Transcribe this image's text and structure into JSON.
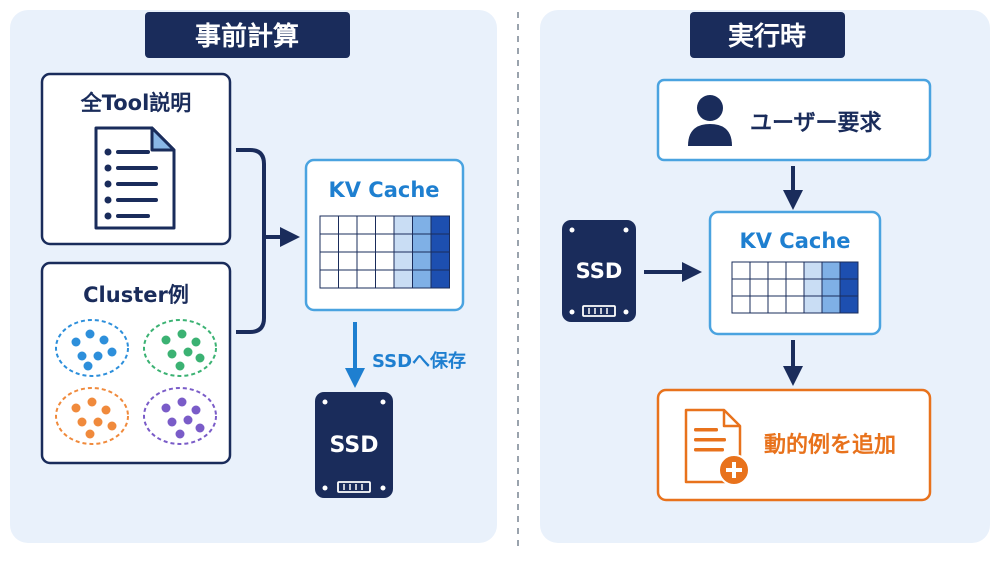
{
  "left_panel": {
    "title": "事前計算",
    "tool_box_label": "全Tool説明",
    "cluster_box_label": "Cluster例",
    "kv_cache_label": "KV Cache",
    "save_label": "SSDへ保存",
    "ssd_label": "SSD"
  },
  "right_panel": {
    "title": "実行時",
    "user_request_label": "ユーザー要求",
    "ssd_label": "SSD",
    "kv_cache_label": "KV Cache",
    "result_label": "動的例を追加"
  },
  "colors": {
    "navy": "#1a2c5b",
    "panel_bg": "#e9f1fb",
    "accent_blue": "#1e7fd0",
    "orange": "#e8721c",
    "cluster_blue": "#2d8fdb",
    "cluster_green": "#3bb273",
    "cluster_orange": "#f08a3c",
    "cluster_purple": "#7a5cc8"
  }
}
